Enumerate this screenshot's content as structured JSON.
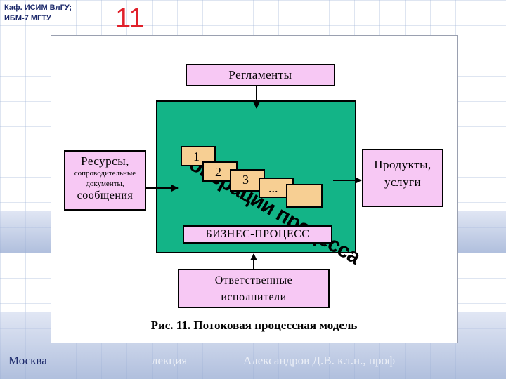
{
  "header": {
    "org_line1": "Каф. ИСИМ ВлГУ;",
    "org_line2": "ИБМ-7 МГТУ",
    "slide_number": "11"
  },
  "footer": {
    "city": "Москва",
    "faded_left": "лекция",
    "faded_right": "Александров Д.В. к.т.н., проф"
  },
  "figure": {
    "reglament": "Регламенты",
    "resources": {
      "title": "Ресурсы,",
      "line2": "сопроводительные",
      "line3": "документы,",
      "line4": "сообщения"
    },
    "operations_title": "операции процесса",
    "steps": [
      "1",
      "2",
      "3",
      "..."
    ],
    "business_process": "БИЗНЕС-ПРОЦЕСС",
    "products": {
      "line1": "Продукты,",
      "line2": "услуги"
    },
    "responsible": {
      "line1": "Ответственные",
      "line2": "исполнители"
    },
    "caption": "Рис. 11. Потоковая процессная модель"
  },
  "colors": {
    "process_bg": "#13b487",
    "box_pink": "#f7c8f4",
    "step_orange": "#f7cf93",
    "slide_number": "#e0202a"
  }
}
